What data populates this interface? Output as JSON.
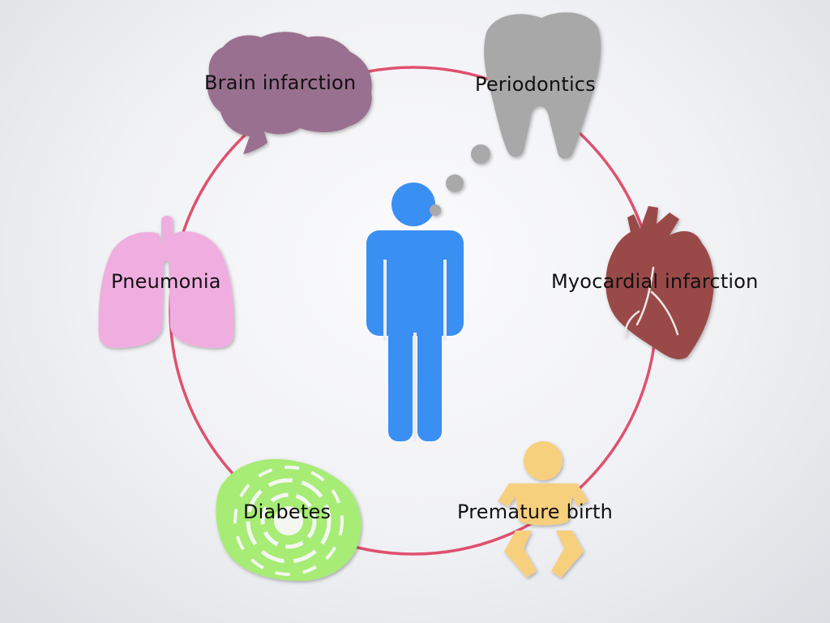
{
  "labels": {
    "brain": "Brain infarction",
    "periodontics": "Periodontics",
    "pneumonia": "Pneumonia",
    "myocardial": "Myocardial infarction",
    "diabetes": "Diabetes",
    "premature": "Premature birth"
  },
  "icons": {
    "brain": "brain-icon",
    "tooth": "tooth-icon",
    "lungs": "lungs-icon",
    "heart": "heart-icon",
    "pancreas": "diabetes-tissue-icon",
    "baby": "baby-icon",
    "person": "person-icon"
  },
  "colors": {
    "ring": "#e0506e",
    "person": "#3a8ff2",
    "brain": "#9a7090",
    "tooth": "#a8a8a8",
    "lungs": "#f0aee0",
    "heart": "#9a4a4a",
    "diabetes": "#a6ec74",
    "baby": "#f7d07e",
    "bubble": "#a9a9a9"
  }
}
